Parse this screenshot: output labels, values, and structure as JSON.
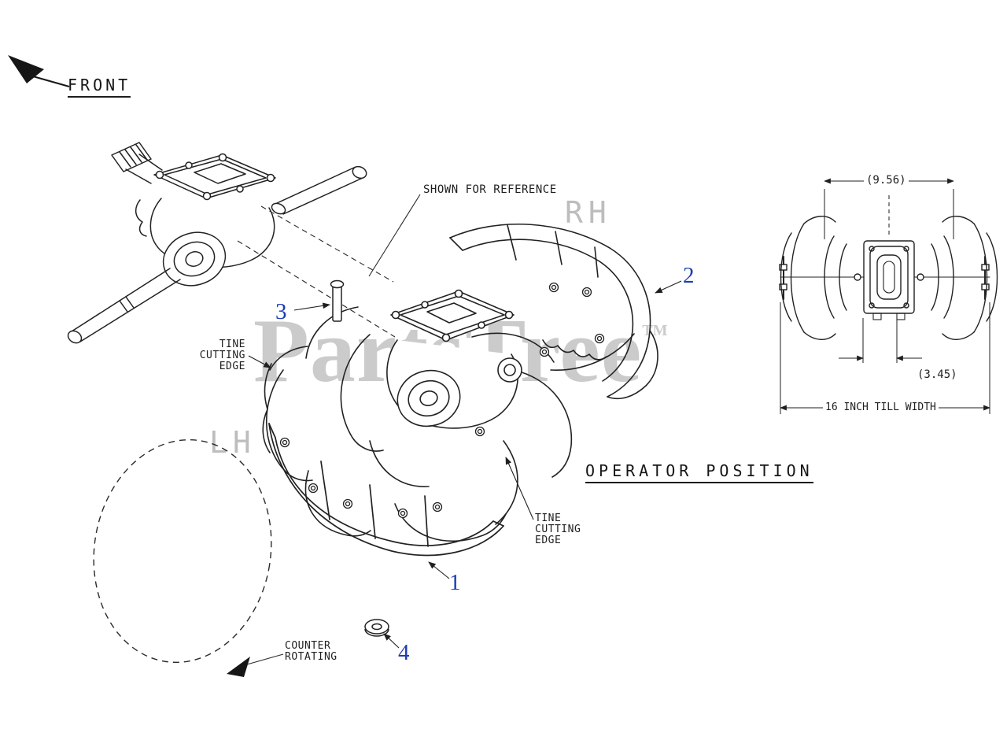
{
  "colors": {
    "line": "#1f1f1f",
    "callout_blue": "#1d3db4",
    "watermark_gray": "#cbcbcb",
    "side_label_gray": "#bdbdbd"
  },
  "watermark": {
    "text": "PartsTree",
    "tm": "TM"
  },
  "labels": {
    "front": "FRONT",
    "shown_for_reference": "SHOWN FOR REFERENCE",
    "rh": "RH",
    "lh": "LH",
    "tine_cutting_edge_left": "TINE\nCUTTING\nEDGE",
    "tine_cutting_edge_right": "TINE\nCUTTING\nEDGE",
    "counter_rotating": "COUNTER\nROTATING",
    "operator_position": "OPERATOR POSITION"
  },
  "dimensions": {
    "tine_inner_width": "(9.56)",
    "hub_width": "(3.45)",
    "till_width": "16 INCH TILL WIDTH"
  },
  "callouts": {
    "item1": "1",
    "item2": "2",
    "item3": "3",
    "item4": "4"
  }
}
